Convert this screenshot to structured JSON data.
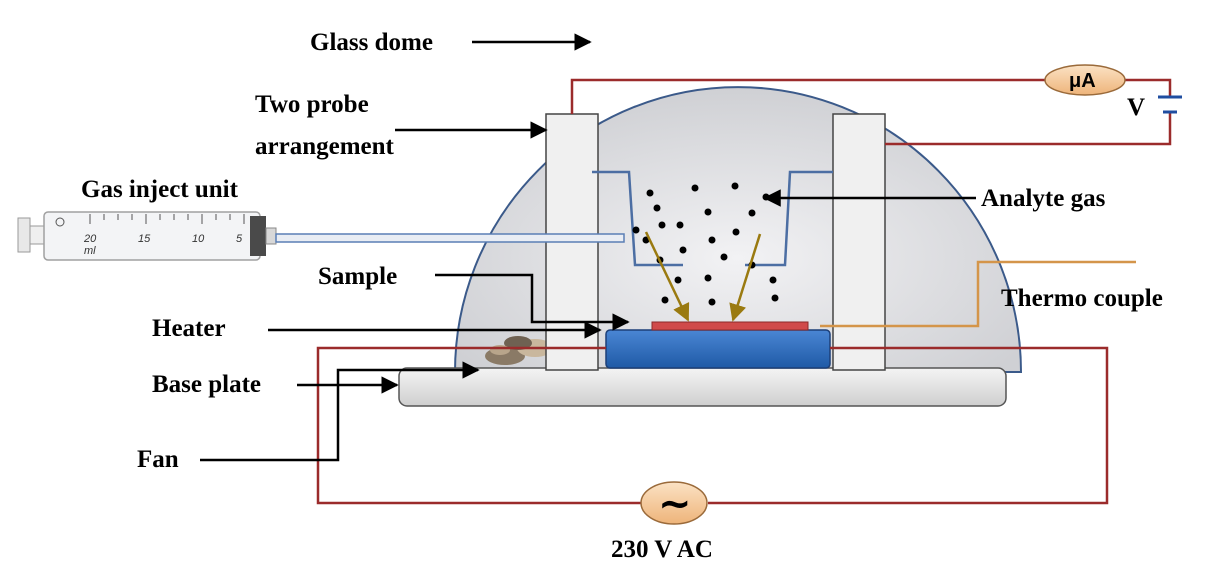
{
  "labels": {
    "glass_dome": "Glass dome",
    "two_probe_line1": "Two probe",
    "two_probe_line2": "arrangement",
    "gas_inject": "Gas inject unit",
    "analyte_gas": "Analyte gas",
    "sample": "Sample",
    "heater": "Heater",
    "thermo_couple": "Thermo couple",
    "base_plate": "Base plate",
    "fan": "Fan",
    "ac_supply": "230 V AC",
    "voltage": "V",
    "ammeter": "μA",
    "ac_symbol": "~"
  },
  "syringe_scale": [
    "5",
    "10",
    "15",
    "20",
    "ml"
  ],
  "colors": {
    "dome_fill": "#d9dadd",
    "dome_stroke": "#3b5a8a",
    "wire": "#9b2b2b",
    "probe_fill": "#f0f0f0",
    "heater_fill": "#2f6fbd",
    "sample_strip": "#d04a4a",
    "thermocouple": "#d4954a",
    "gas_arrow": "#9a7a10",
    "meter_fill": "#f3c89a",
    "battery": "#1f4ea0"
  }
}
